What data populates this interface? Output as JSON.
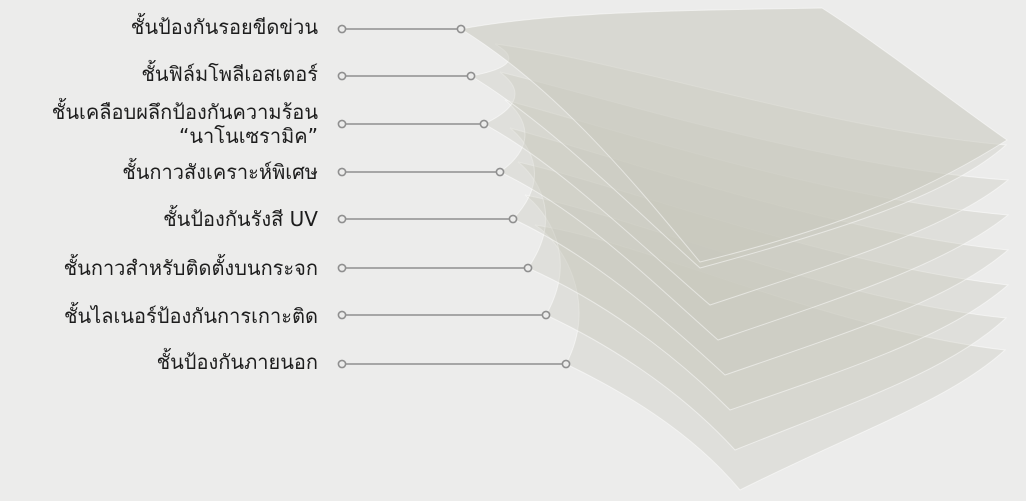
{
  "layers": [
    {
      "name": "ชั้นป้องกันรอยขีดข่วน"
    },
    {
      "name": "ชั้นฟิล์มโพลีเอสเตอร์"
    },
    {
      "name": "ชั้นเคลือบผลึกป้องกันความร้อน",
      "name_line2": "“นาโนเซรามิค”"
    },
    {
      "name": "ชั้นกาวสังเคราะห์พิเศษ"
    },
    {
      "name": "ชั้นป้องกันรังสี UV"
    },
    {
      "name": "ชั้นกาวสำหรับติดตั้งบนกระจก"
    },
    {
      "name": "ชั้นไลเนอร์ป้องกันการเกาะติด"
    },
    {
      "name": "ชั้นป้องกันภายนอก"
    }
  ],
  "colors": {
    "background": "#ececeb",
    "sheet": "#c9c8bd",
    "leader_line": "#8f8f8f",
    "text": "#1d1d1d"
  }
}
